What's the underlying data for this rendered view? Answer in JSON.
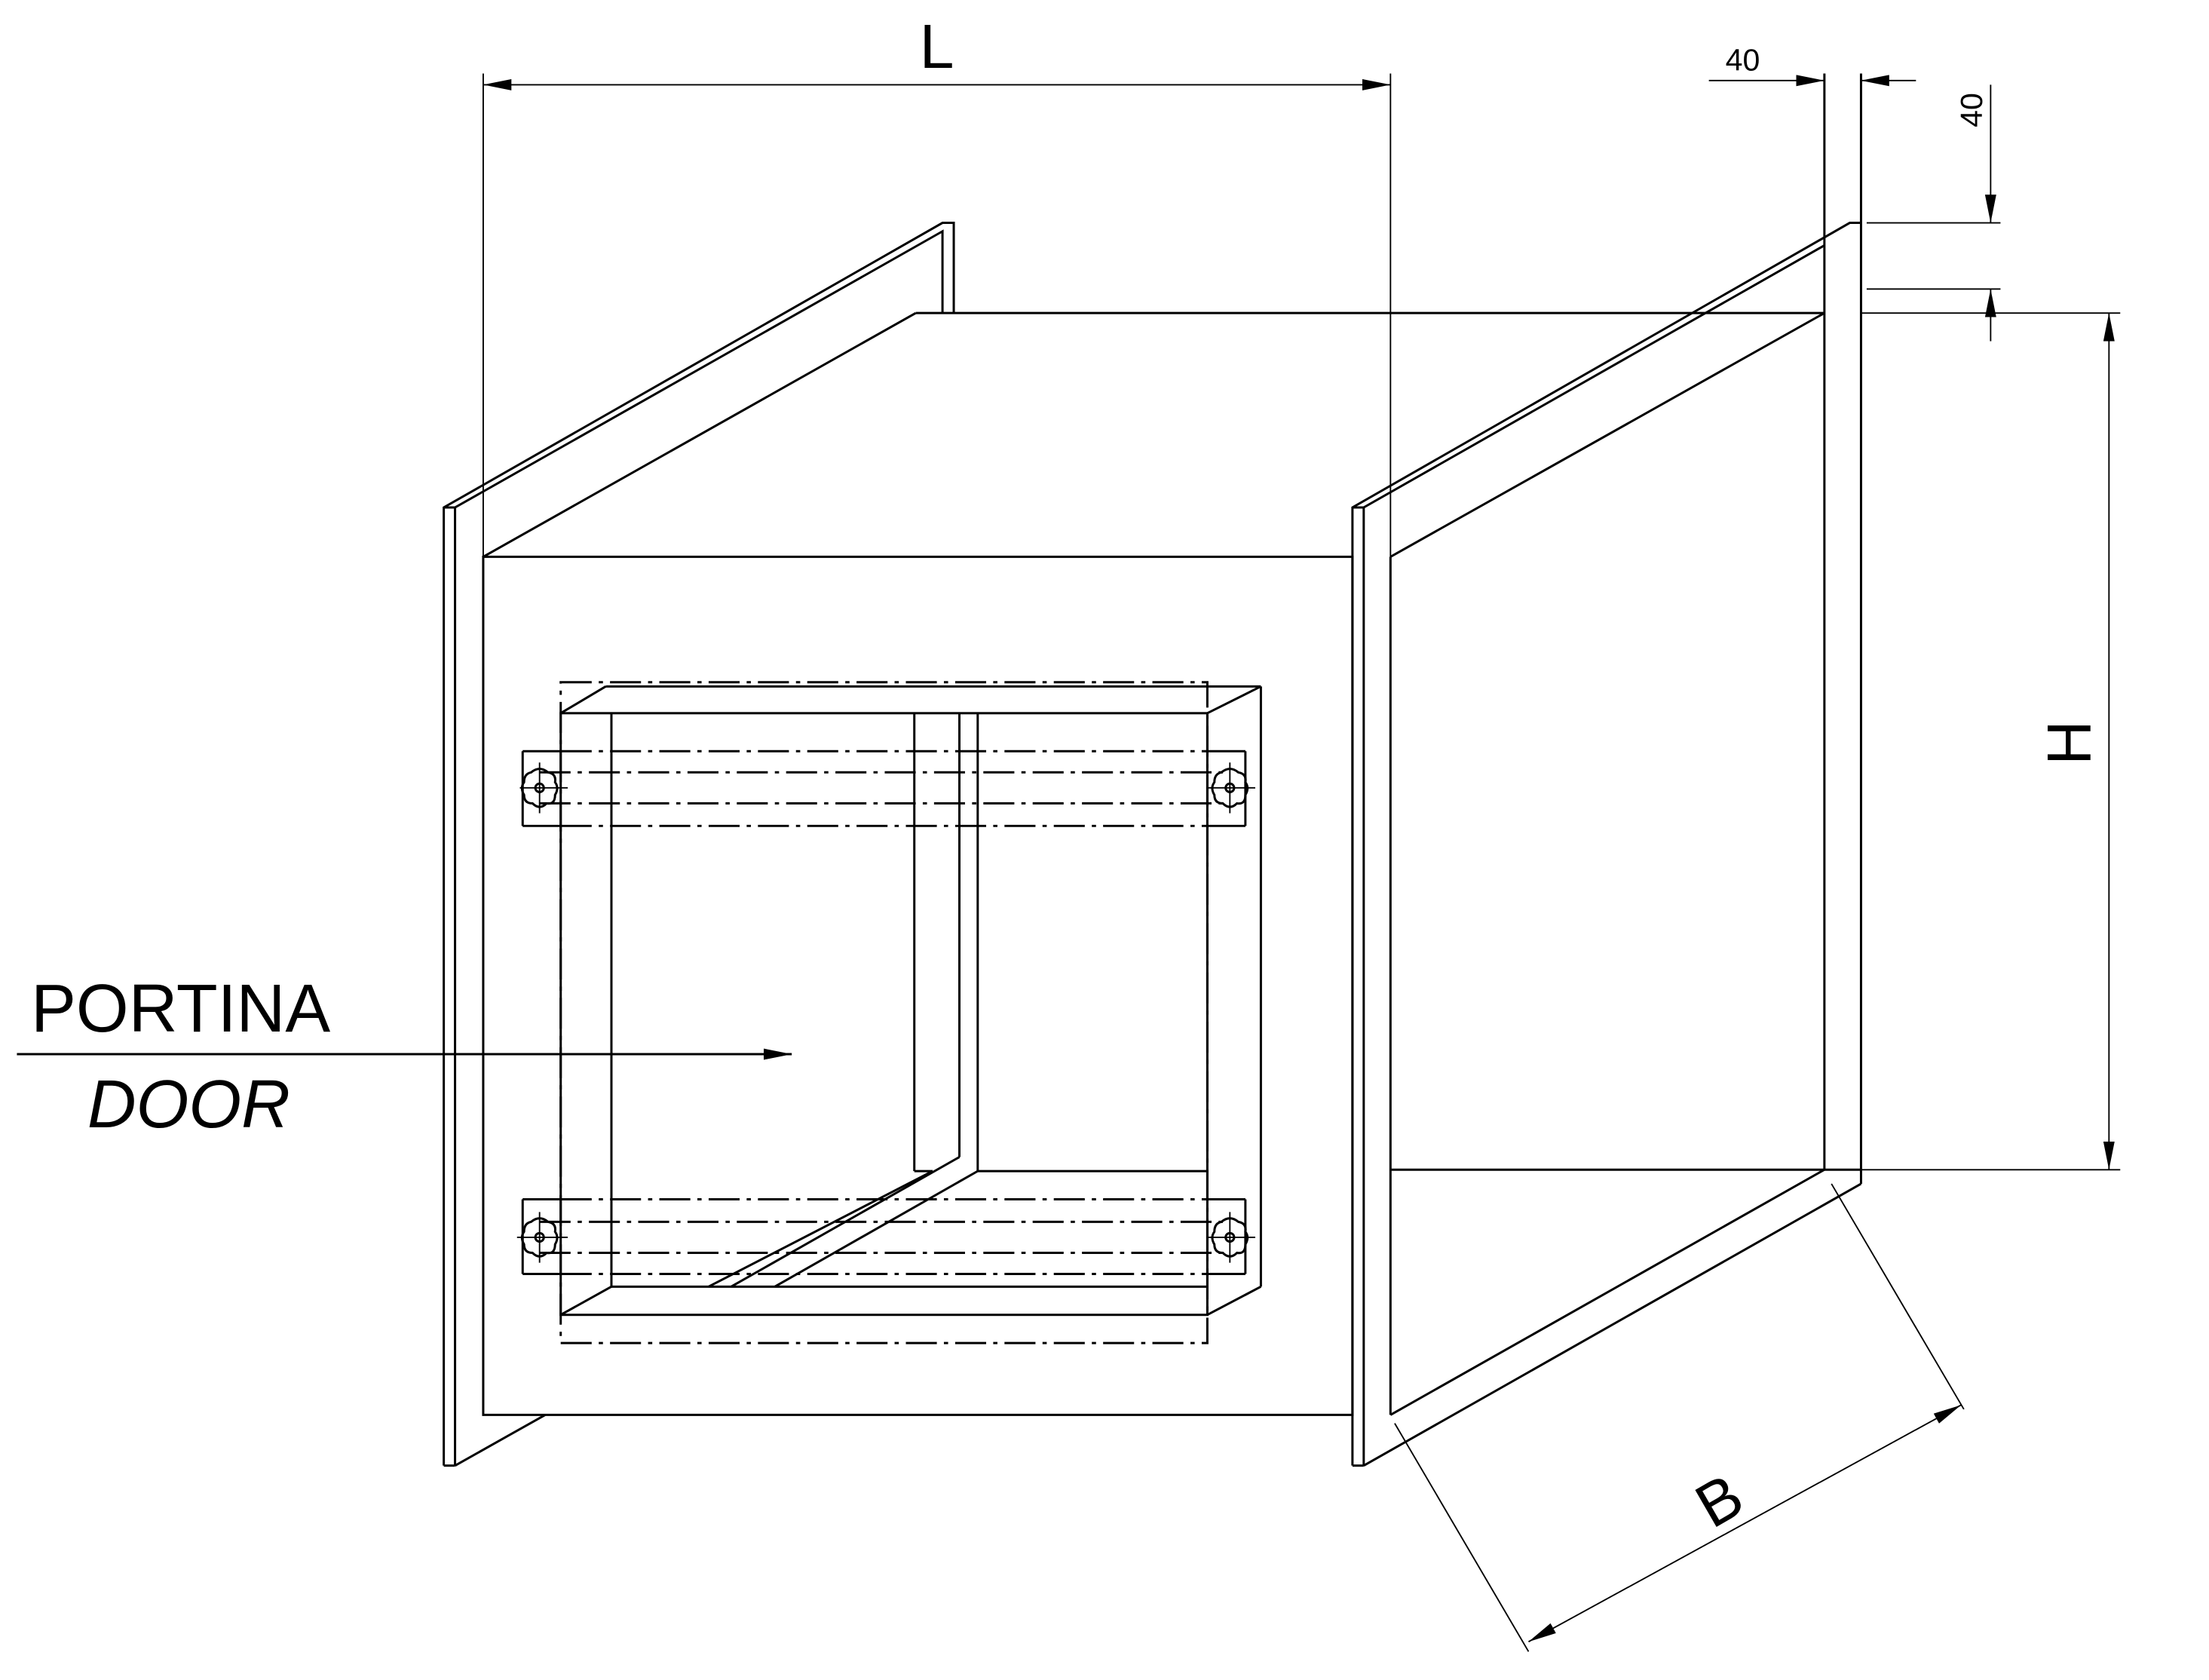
{
  "dimensions": {
    "length_label": "L",
    "height_label": "H",
    "width_label": "B",
    "flange_width": "40",
    "flange_height": "40"
  },
  "callout": {
    "label_it": "PORTINA",
    "label_en": "DOOR"
  },
  "colors": {
    "line": "#000000",
    "background": "#ffffff"
  }
}
